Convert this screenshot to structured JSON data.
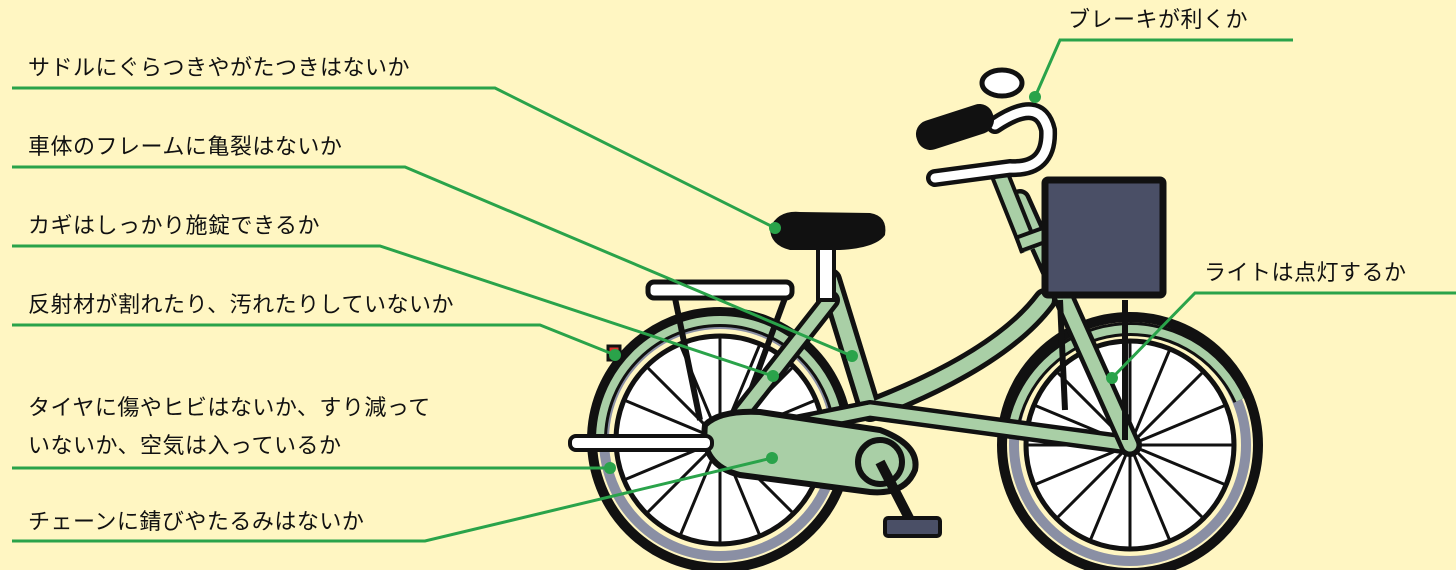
{
  "checkpoints": {
    "saddle": "サドルにぐらつきやがたつきはないか",
    "frame": "車体のフレームに亀裂はないか",
    "lock": "カギはしっかり施錠できるか",
    "reflector": "反射材が割れたり、汚れたりしていないか",
    "tire_line1": "タイヤに傷やヒビはないか、すり減って",
    "tire_line2": "いないか、空気は入っているか",
    "chain": "チェーンに錆びやたるみはないか",
    "brake": "ブレーキが利くか",
    "light": "ライトは点灯するか"
  },
  "colors": {
    "background": "#fff6c2",
    "leader_line": "#2aa34a",
    "frame": "#a9cfa6",
    "outline": "#111111",
    "basket": "#4a4f66"
  }
}
